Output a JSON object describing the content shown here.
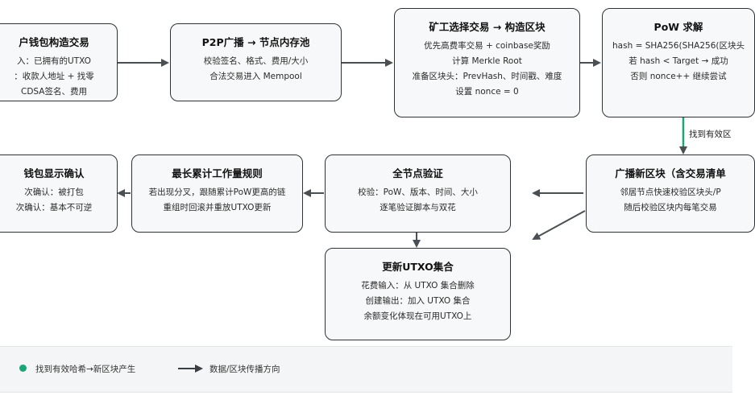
{
  "colors": {
    "accent_green": "#1aa775",
    "box_border": "#2f3336",
    "box_bg": "#f7f8f9"
  },
  "nodes": {
    "wallet_build": {
      "title": "户钱包构造交易",
      "lines": [
        "入：已拥有的UTXO",
        "：收款人地址 + 找零",
        "CDSA签名、费用"
      ]
    },
    "p2p_broadcast": {
      "title": "P2P广播 → 节点内存池",
      "lines": [
        "校验签名、格式、费用/大小",
        "合法交易进入 Mempool"
      ]
    },
    "miner_select": {
      "title": "矿工选择交易 → 构造区块",
      "lines": [
        "优先高费率交易 + coinbase奖励",
        "计算 Merkle Root",
        "准备区块头：PrevHash、时间戳、难度",
        "设置 nonce = 0"
      ]
    },
    "pow_solve": {
      "title": "PoW 求解",
      "lines": [
        "hash = SHA256(SHA256(区块头",
        "若 hash < Target → 成功",
        "否则 nonce++ 继续尝试"
      ]
    },
    "wallet_confirm": {
      "title": "钱包显示确认",
      "lines": [
        "次确认：被打包",
        "次确认：基本不可逆"
      ]
    },
    "longest_chain": {
      "title": "最长累计工作量规则",
      "lines": [
        "若出现分叉，跟随累计PoW更高的链",
        "重组时回滚并重放UTXO更新"
      ]
    },
    "full_verify": {
      "title": "全节点验证",
      "lines": [
        "校验：PoW、版本、时间、大小",
        "逐笔验证脚本与双花"
      ]
    },
    "broadcast_block": {
      "title": "广播新区块（含交易清单",
      "lines": [
        "邻居节点快速校验区块头/P",
        "随后校验区块内每笔交易"
      ]
    },
    "update_utxo": {
      "title": "更新UTXO集合",
      "lines": [
        "花费输入：从 UTXO 集合删除",
        "创建输出：加入 UTXO 集合",
        "余额变化体现在可用UTXO上"
      ]
    }
  },
  "edge_labels": {
    "found_hash": "找到有效区"
  },
  "legend": {
    "green_dot_label": "找到有效哈希→新区块产生",
    "arrow_label": "数据/区块传播方向"
  }
}
